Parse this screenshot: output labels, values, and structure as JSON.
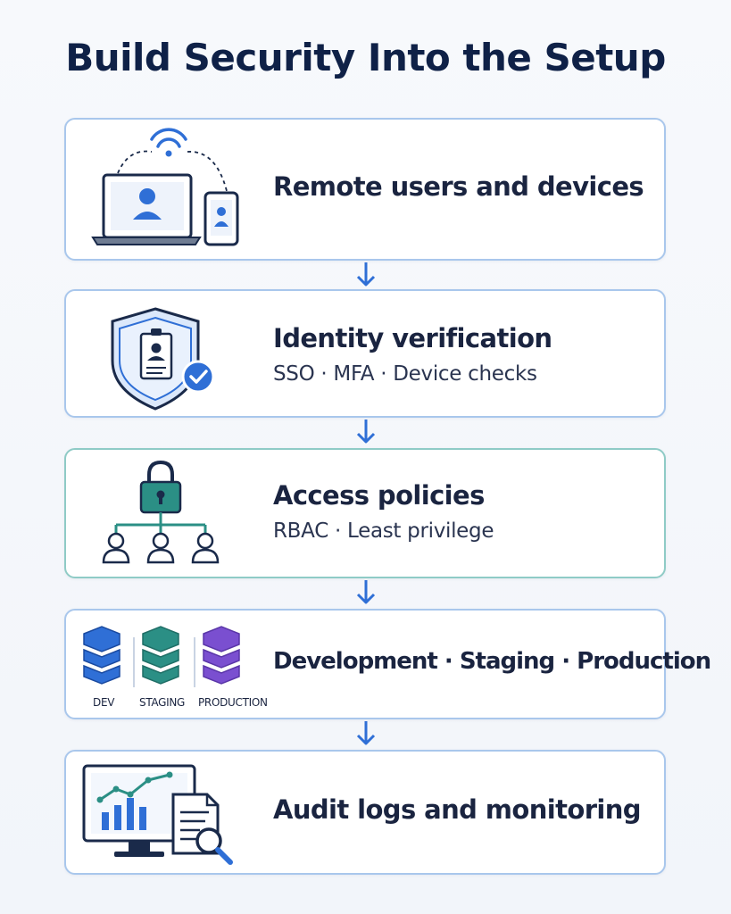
{
  "title": "Build Security Into the Setup",
  "colors": {
    "accent_blue": "#2f6fd6",
    "teal": "#2b8f85",
    "purple": "#7a4fd0",
    "navy": "#1a2a4a",
    "card_border_blue": "#a9c7ec",
    "card_border_teal": "#8fcbc6"
  },
  "steps": [
    {
      "icon": "laptop-phone-user-icon",
      "label": "Remote users and devices",
      "sub": ""
    },
    {
      "icon": "shield-id-check-icon",
      "label": "Identity verification",
      "sub": "SSO · MFA · Device checks"
    },
    {
      "icon": "lock-hierarchy-users-icon",
      "label": "Access policies",
      "sub": "RBAC · Least privilege"
    },
    {
      "icon": "server-stacks-icon",
      "label": "Development · Staging · Production",
      "sub": "",
      "env_tags": [
        "DEV",
        "STAGING",
        "PRODUCTION"
      ]
    },
    {
      "icon": "monitor-chart-document-search-icon",
      "label": "Audit logs and monitoring",
      "sub": ""
    }
  ]
}
